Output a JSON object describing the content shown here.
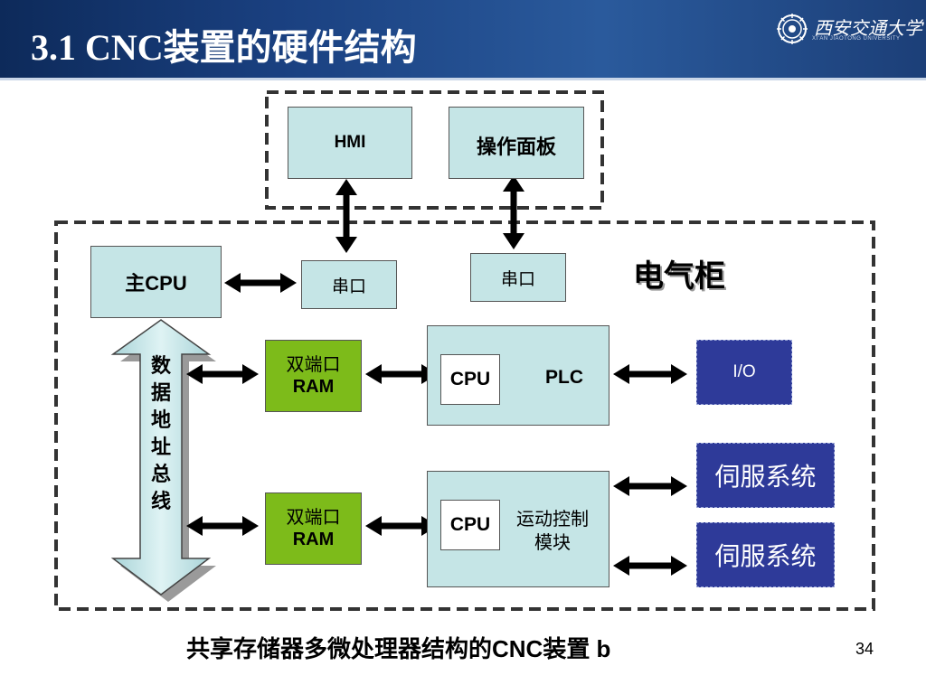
{
  "header": {
    "title": "3.1 CNC装置的硬件结构",
    "logo_text": "西安交通大学",
    "logo_subtext": "XI'AN JIAOTONG UNIVERSITY"
  },
  "diagram": {
    "hmi": "HMI",
    "operation_panel": "操作面板",
    "main_cpu": "主CPU",
    "serial_port_1": "串口",
    "serial_port_2": "串口",
    "cabinet_label": "电气柜",
    "bus_label_chars": [
      "数",
      "据",
      "地",
      "址",
      "总",
      "线"
    ],
    "dual_port_ram_1": {
      "line1": "双端口",
      "line2": "RAM"
    },
    "dual_port_ram_2": {
      "line1": "双端口",
      "line2": "RAM"
    },
    "plc_cpu": "CPU",
    "plc_label": "PLC",
    "motion_cpu": "CPU",
    "motion_label": {
      "line1": "运动控制",
      "line2": "模块"
    },
    "io": "I/O",
    "servo_1": "伺服系统",
    "servo_2": "伺服系统"
  },
  "caption": "共享存储器多微处理器结构的CNC装置 b",
  "page_number": "34",
  "colors": {
    "header": "#1a4080",
    "box_light": "#c5e5e6",
    "ram_green": "#7dbb1a",
    "navy_box": "#2e3a99"
  }
}
